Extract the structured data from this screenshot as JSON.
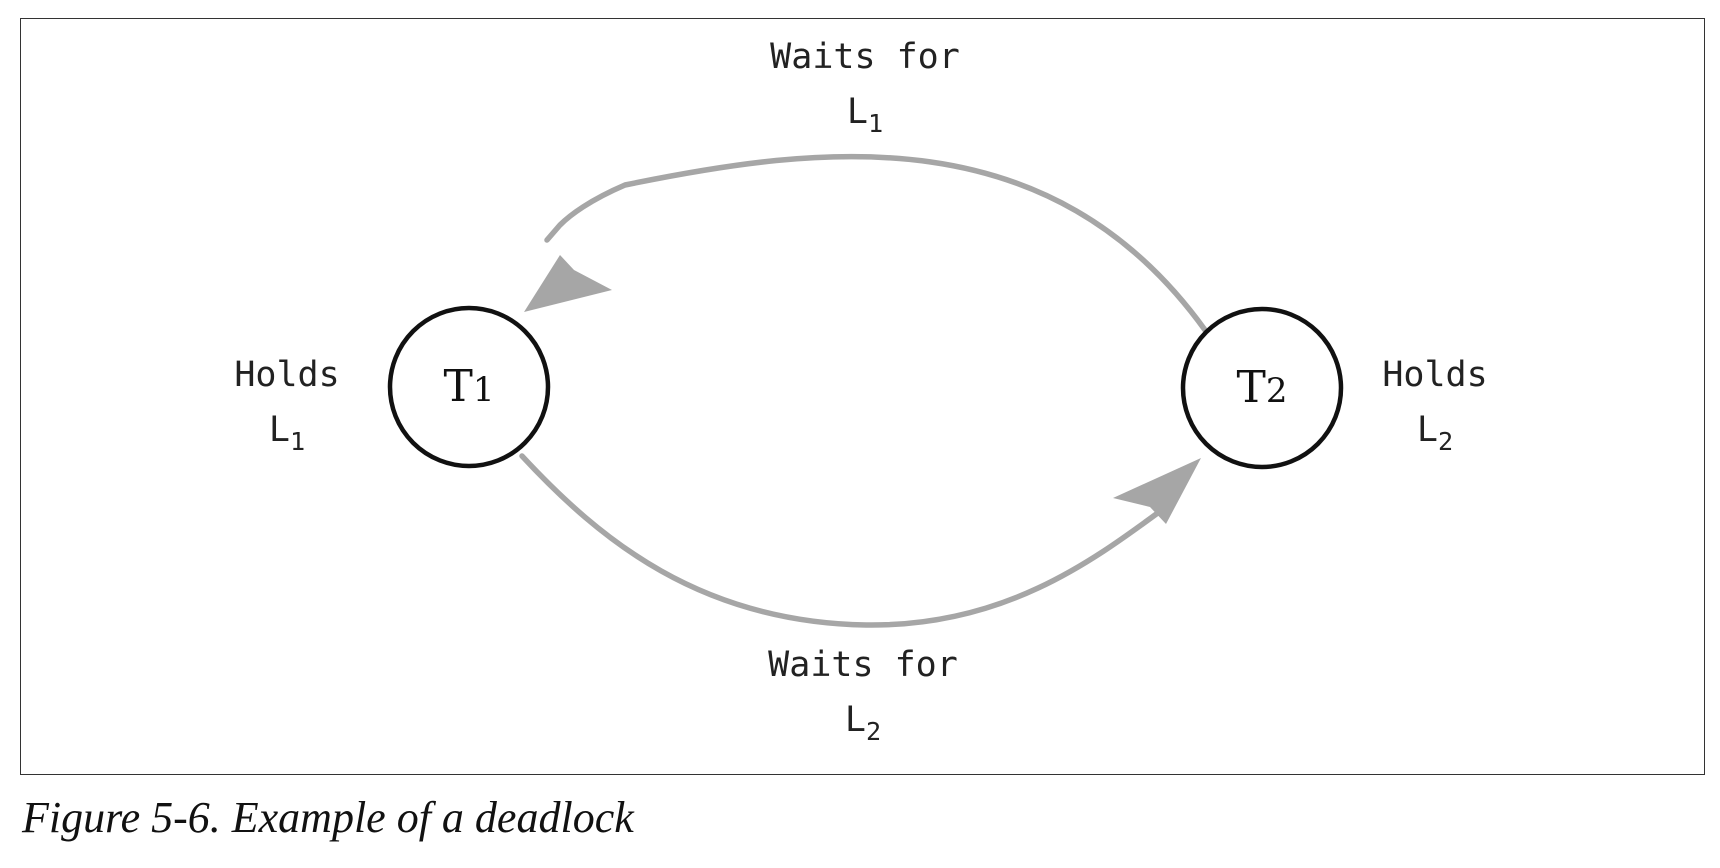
{
  "nodes": {
    "t1": {
      "letter": "T",
      "sub": "1"
    },
    "t2": {
      "letter": "T",
      "sub": "2"
    }
  },
  "labels": {
    "holds_left": {
      "line1": "Holds",
      "letter": "L",
      "sub": "1"
    },
    "holds_right": {
      "line1": "Holds",
      "letter": "L",
      "sub": "2"
    },
    "waits_top": {
      "line1": "Waits for",
      "letter": "L",
      "sub": "1"
    },
    "waits_bottom": {
      "line1": "Waits for",
      "letter": "L",
      "sub": "2"
    }
  },
  "edges": [
    {
      "from": "T2",
      "to": "T1",
      "label": "waits_top"
    },
    {
      "from": "T1",
      "to": "T2",
      "label": "waits_bottom"
    }
  ],
  "colors": {
    "arrow": "#a6a6a6",
    "node_stroke": "#111111",
    "frame": "#333333"
  },
  "caption": "Figure 5-6. Example of a deadlock"
}
